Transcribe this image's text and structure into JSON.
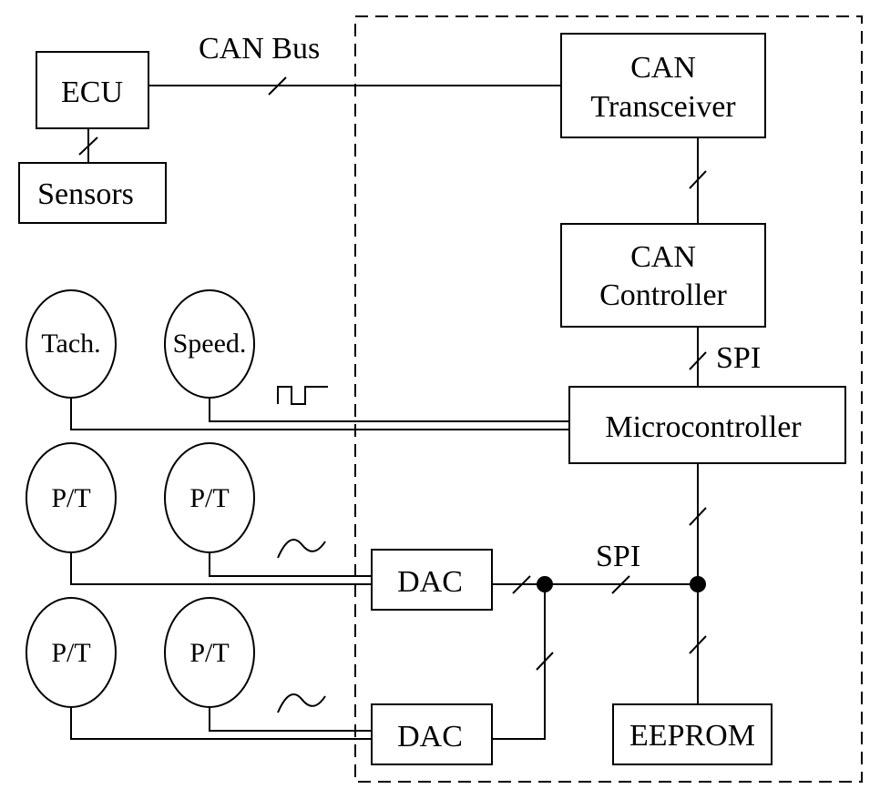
{
  "diagram": {
    "boundary": "dashed-module-boundary",
    "external": {
      "ecu": "ECU",
      "sensors": "Sensors",
      "can_bus_label": "CAN Bus"
    },
    "module_blocks": {
      "can_transceiver": [
        "CAN",
        "Transceiver"
      ],
      "can_controller": [
        "CAN",
        "Controller"
      ],
      "microcontroller": "Microcontroller",
      "dac_1": "DAC",
      "dac_2": "DAC",
      "eeprom": "EEPROM"
    },
    "bus_labels": {
      "spi_controller": "SPI",
      "spi_dac": "SPI"
    },
    "gauges": {
      "tach": "Tach.",
      "speed": "Speed.",
      "pt_1": "P/T",
      "pt_2": "P/T",
      "pt_3": "P/T",
      "pt_4": "P/T"
    },
    "signal_icons": [
      "square-wave-icon",
      "sine-wave-icon",
      "sine-wave-icon"
    ],
    "connections": [
      {
        "from": "ECU",
        "to": "CAN Transceiver",
        "via": "CAN Bus",
        "bus": true
      },
      {
        "from": "ECU",
        "to": "Sensors",
        "bus": true
      },
      {
        "from": "CAN Transceiver",
        "to": "CAN Controller",
        "bus": true
      },
      {
        "from": "CAN Controller",
        "to": "Microcontroller",
        "via": "SPI",
        "bus": true
      },
      {
        "from": "Tach.",
        "to": "Microcontroller",
        "signal": "square"
      },
      {
        "from": "Speed.",
        "to": "Microcontroller",
        "signal": "square"
      },
      {
        "from": "Microcontroller",
        "to": "SPI junction",
        "bus": true
      },
      {
        "from": "SPI junction",
        "to": "EEPROM",
        "bus": true
      },
      {
        "from": "SPI junction",
        "to": "DAC",
        "via": "SPI",
        "bus": true
      },
      {
        "from": "DAC",
        "to": "P/T",
        "signal": "sine"
      },
      {
        "from": "DAC",
        "to": "P/T",
        "signal": "sine"
      }
    ]
  }
}
